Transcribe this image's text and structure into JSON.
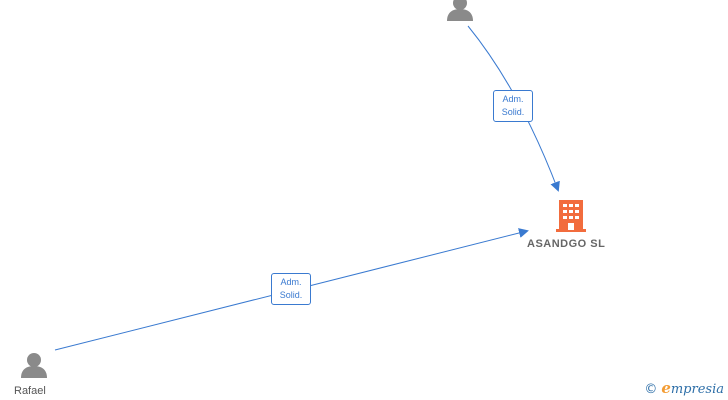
{
  "nodes": {
    "person_top": {
      "label": ""
    },
    "person_bottom": {
      "label": "Rafael"
    },
    "company": {
      "label": "ASANDGO  SL"
    }
  },
  "edges": [
    {
      "from": "person_top",
      "to": "company",
      "label_line1": "Adm.",
      "label_line2": "Solid."
    },
    {
      "from": "person_bottom",
      "to": "company",
      "label_line1": "Adm.",
      "label_line2": "Solid."
    }
  ],
  "watermark": {
    "copyright": "©",
    "brand_initial": "e",
    "brand_rest": "mpresia"
  },
  "colors": {
    "edge": "#3a7ad0",
    "person_icon": "#8a8a8a",
    "company_icon": "#f26c3d"
  }
}
